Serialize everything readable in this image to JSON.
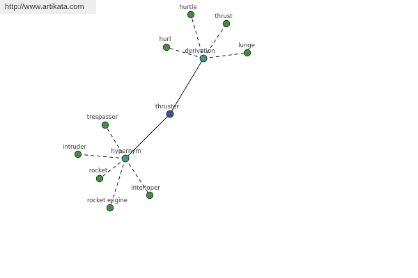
{
  "watermark": {
    "text": "http://www.artikata.com"
  },
  "graph": {
    "colors": {
      "center": "#3c4ea3",
      "relation": "#3f9a8a",
      "leaf": "#3f8f3f",
      "edge": "#000000"
    },
    "nodes": [
      {
        "id": "thruster",
        "label": "thruster",
        "kind": "center"
      },
      {
        "id": "derivation",
        "label": "derivation",
        "kind": "relation"
      },
      {
        "id": "hypernym",
        "label": "hypernym",
        "kind": "relation"
      },
      {
        "id": "hurtle",
        "label": "hurtle",
        "kind": "leaf"
      },
      {
        "id": "thrust",
        "label": "thrust",
        "kind": "leaf"
      },
      {
        "id": "hurl",
        "label": "hurl",
        "kind": "leaf"
      },
      {
        "id": "lunge",
        "label": "lunge",
        "kind": "leaf"
      },
      {
        "id": "trespasser",
        "label": "trespasser",
        "kind": "leaf"
      },
      {
        "id": "intruder",
        "label": "intruder",
        "kind": "leaf"
      },
      {
        "id": "rocket",
        "label": "rocket",
        "kind": "leaf"
      },
      {
        "id": "rocket-engine",
        "label": "rocket engine",
        "kind": "leaf"
      },
      {
        "id": "interloper",
        "label": "interloper",
        "kind": "leaf"
      }
    ],
    "edges": [
      {
        "from": "thruster",
        "to": "derivation",
        "style": "solid"
      },
      {
        "from": "thruster",
        "to": "hypernym",
        "style": "solid"
      },
      {
        "from": "derivation",
        "to": "hurtle",
        "style": "dashed"
      },
      {
        "from": "derivation",
        "to": "thrust",
        "style": "dashed"
      },
      {
        "from": "derivation",
        "to": "hurl",
        "style": "dashed"
      },
      {
        "from": "derivation",
        "to": "lunge",
        "style": "dashed"
      },
      {
        "from": "hypernym",
        "to": "trespasser",
        "style": "dashed"
      },
      {
        "from": "hypernym",
        "to": "intruder",
        "style": "dashed"
      },
      {
        "from": "hypernym",
        "to": "rocket",
        "style": "dashed"
      },
      {
        "from": "hypernym",
        "to": "rocket-engine",
        "style": "dashed"
      },
      {
        "from": "hypernym",
        "to": "interloper",
        "style": "dashed"
      }
    ]
  }
}
